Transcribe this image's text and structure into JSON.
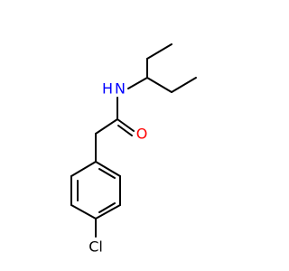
{
  "molecule": {
    "atoms": {
      "nitrogen": {
        "label": "N",
        "color": "#0000FF"
      },
      "hydrogen": {
        "label": "H",
        "color": "#0000FF"
      },
      "oxygen": {
        "label": "O",
        "color": "#FF0000"
      },
      "chlorine": {
        "label": "Cl",
        "color": "#000000"
      }
    },
    "bond_color": "#000000",
    "background": "#FFFFFF"
  }
}
